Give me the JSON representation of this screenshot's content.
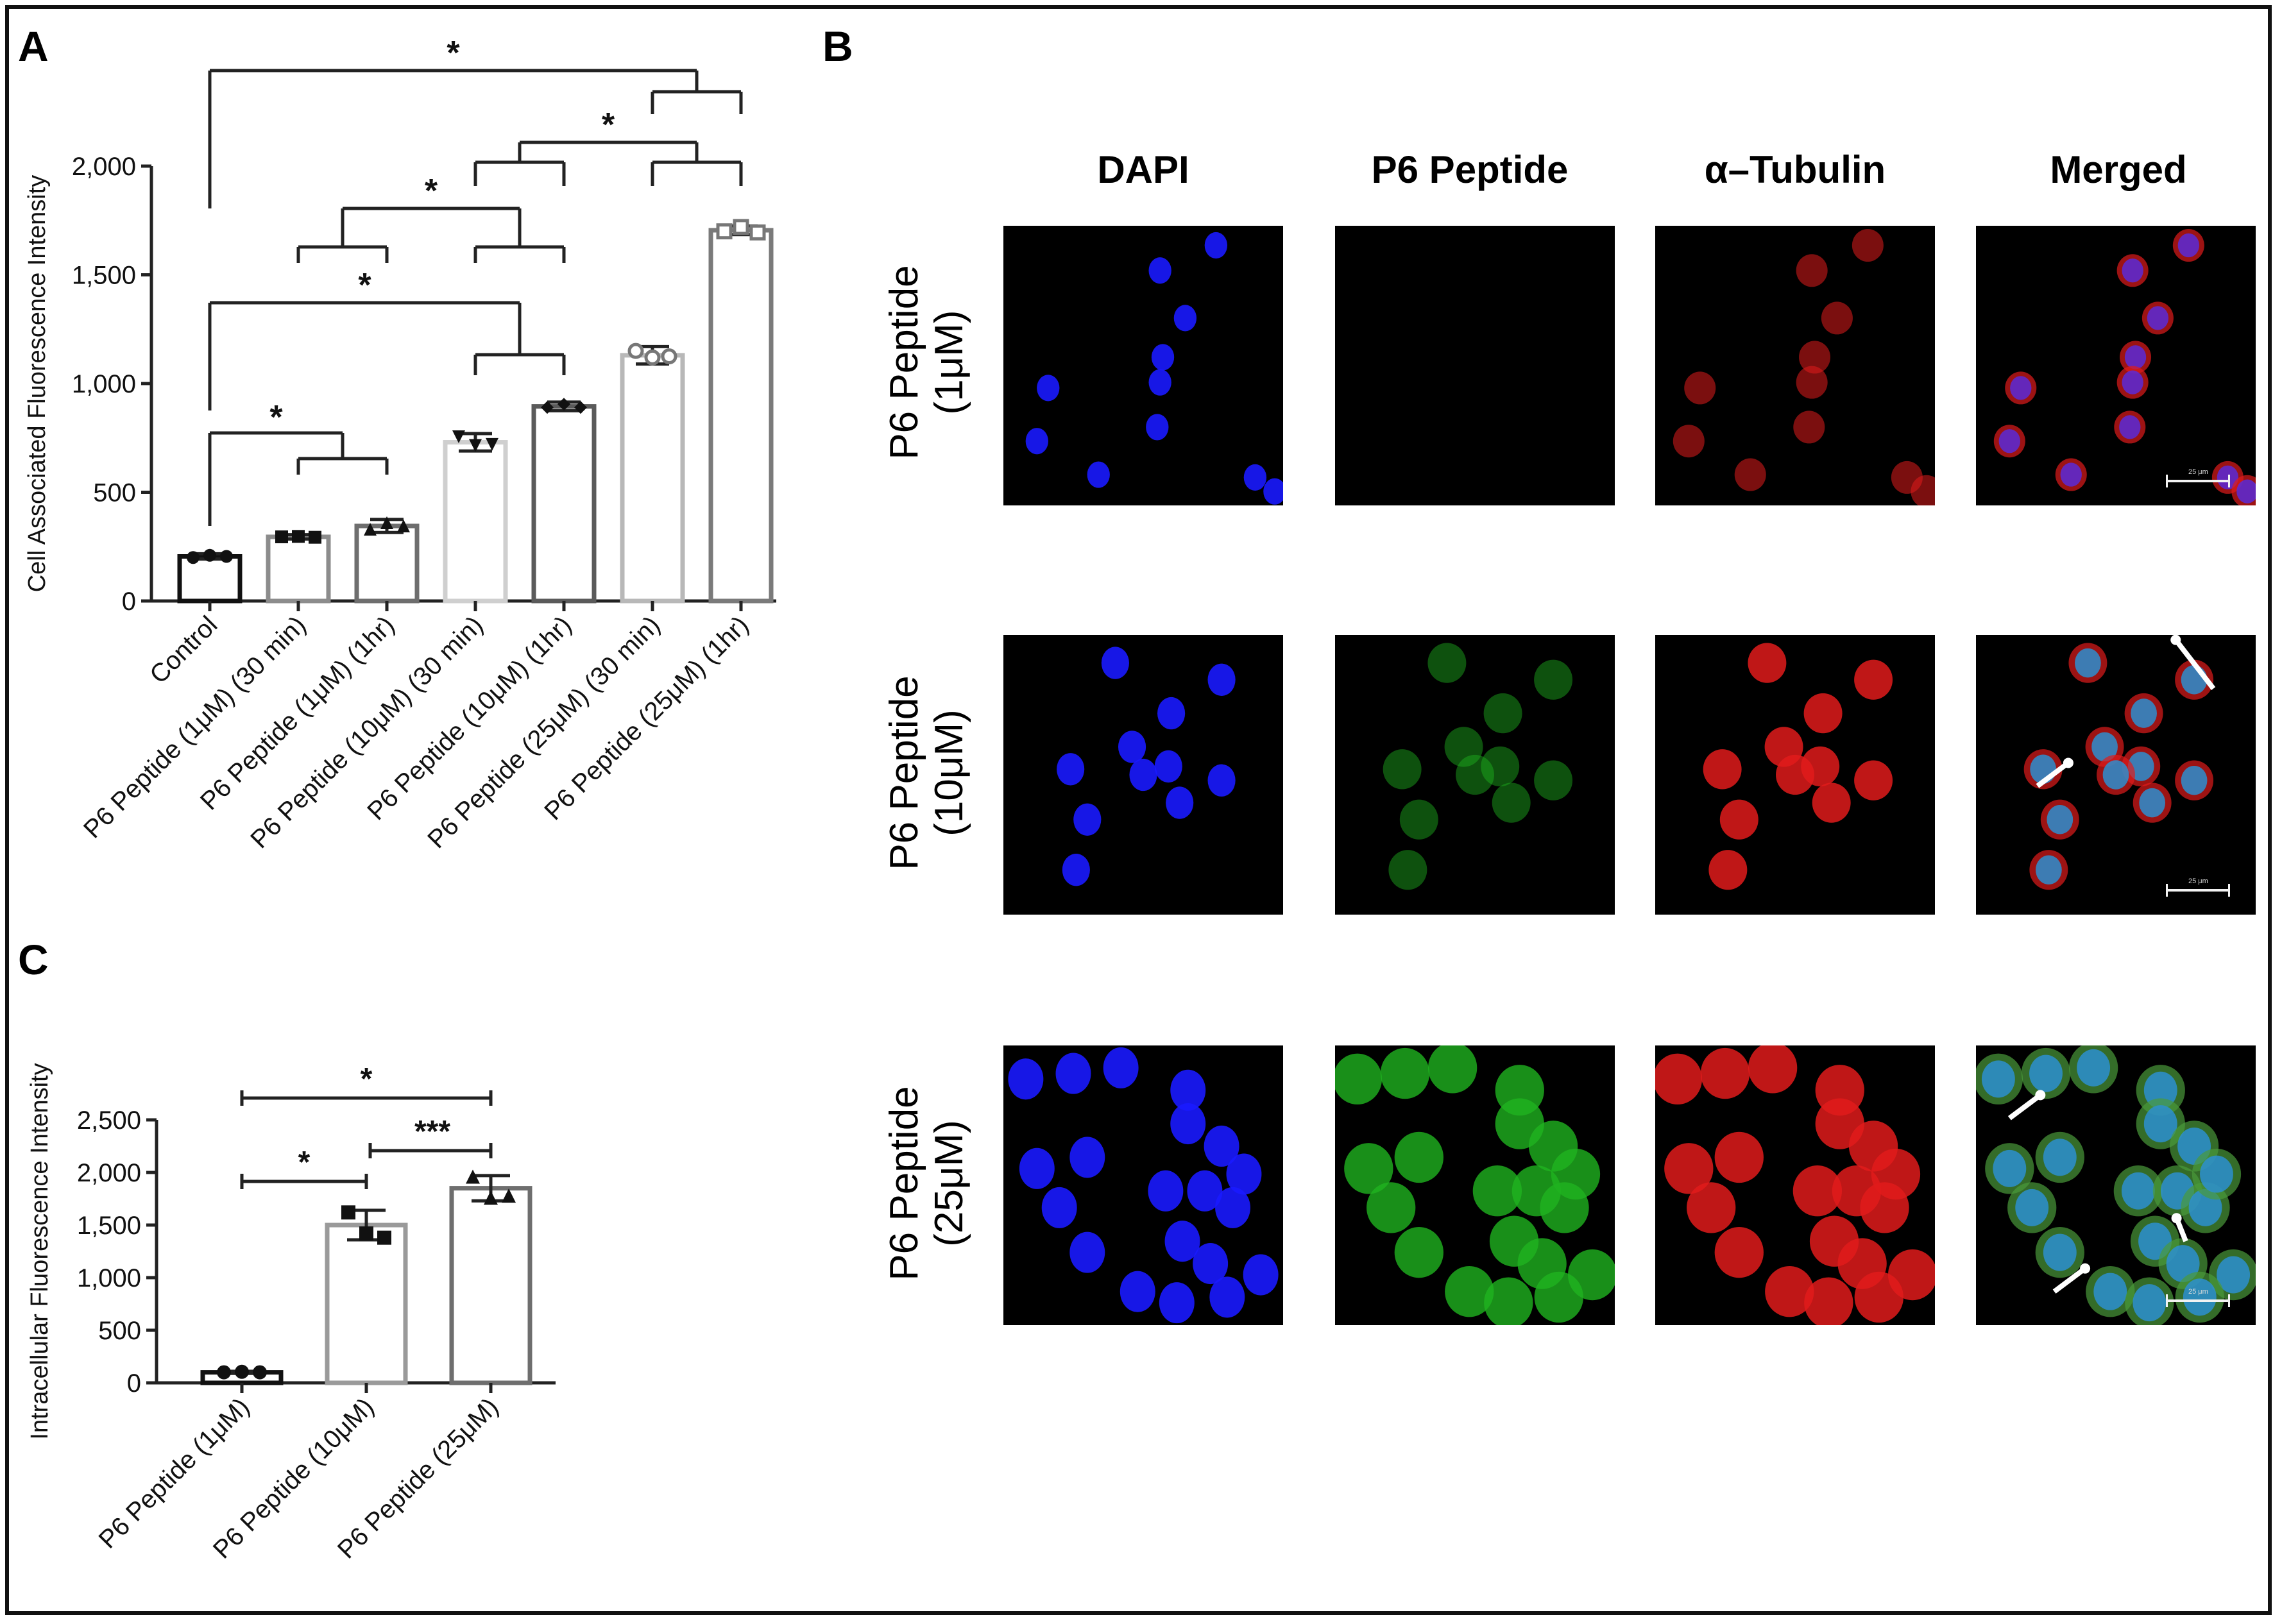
{
  "panels": {
    "A": "A",
    "B": "B",
    "C": "C"
  },
  "chart_data": [
    {
      "type": "bar",
      "panel": "A",
      "ylabel": "Cell Associated Fluorescence Intensity",
      "ylim": [
        0,
        2000
      ],
      "yticks": [
        "0",
        "500",
        "1,000",
        "1,500",
        "2,000"
      ],
      "ytick_values": [
        0,
        500,
        1000,
        1500,
        2000
      ],
      "categories": [
        "Control",
        "P6 Peptide (1μM) (30 min)",
        "P6 Peptide (1μM) (1hr)",
        "P6 Peptide (10μM) (30 min)",
        "P6 Peptide (10μM) (1hr)",
        "P6 Peptide (25μM) (30 min)",
        "P6 Peptide (25μM) (1hr)"
      ],
      "values": [
        205,
        295,
        345,
        730,
        895,
        1130,
        1705
      ],
      "errors": [
        12,
        10,
        30,
        40,
        20,
        40,
        20
      ],
      "points": [
        [
          200,
          210,
          205
        ],
        [
          295,
          297,
          293
        ],
        [
          330,
          360,
          345
        ],
        [
          755,
          715,
          720
        ],
        [
          890,
          905,
          890
        ],
        [
          1150,
          1120,
          1125
        ],
        [
          1700,
          1720,
          1695
        ]
      ],
      "markers": [
        "circle",
        "square",
        "triangle",
        "triangle-down",
        "diamond",
        "circle-open",
        "square-open"
      ],
      "bar_colors": [
        "#111111",
        "#8c8c8c",
        "#6e6e6e",
        "#cfcfcf",
        "#5a5a5a",
        "#b8b8b8",
        "#7a7a7a"
      ],
      "significance": "*"
    },
    {
      "type": "bar",
      "panel": "C",
      "ylabel": "Intracellular  Fluorescence Intensity",
      "ylim": [
        0,
        2500
      ],
      "yticks": [
        "0",
        "500",
        "1,000",
        "1,500",
        "2,000",
        "2,500"
      ],
      "ytick_values": [
        0,
        500,
        1000,
        1500,
        2000,
        2500
      ],
      "categories": [
        "P6 Peptide (1μM)",
        "P6 Peptide (10μM)",
        "P6 Peptide (25μM)"
      ],
      "values": [
        100,
        1500,
        1850
      ],
      "errors": [
        10,
        140,
        120
      ],
      "points": [
        [
          100,
          105,
          100
        ],
        [
          1620,
          1420,
          1380
        ],
        [
          1960,
          1760,
          1780
        ]
      ],
      "markers": [
        "circle",
        "square",
        "triangle"
      ],
      "bar_colors": [
        "#111111",
        "#9a9a9a",
        "#6e6e6e"
      ],
      "significance": [
        {
          "label": "*",
          "between": [
            "P6 Peptide (1μM)",
            "P6 Peptide (10μM)"
          ]
        },
        {
          "label": "***",
          "between": [
            "P6 Peptide (10μM)",
            "P6 Peptide (25μM)"
          ]
        },
        {
          "label": "*",
          "between": [
            "P6 Peptide (1μM)",
            "P6 Peptide (25μM)"
          ]
        }
      ]
    }
  ],
  "micrographs": {
    "columns": [
      "DAPI",
      "P6 Peptide",
      "α–Tubulin",
      "Merged"
    ],
    "rows": [
      {
        "line1": "P6 Peptide",
        "line2": "(1μM)"
      },
      {
        "line1": "P6 Peptide",
        "line2": "(10μM)"
      },
      {
        "line1": "P6 Peptide",
        "line2": "(25μM)"
      }
    ],
    "channel_colors": {
      "dapi": "#1a1aff",
      "peptide": "#1fb31f",
      "tubulin": "#e01b1b"
    },
    "scale_labels": [
      "25 μm",
      "25 μm",
      "25 μm"
    ]
  }
}
